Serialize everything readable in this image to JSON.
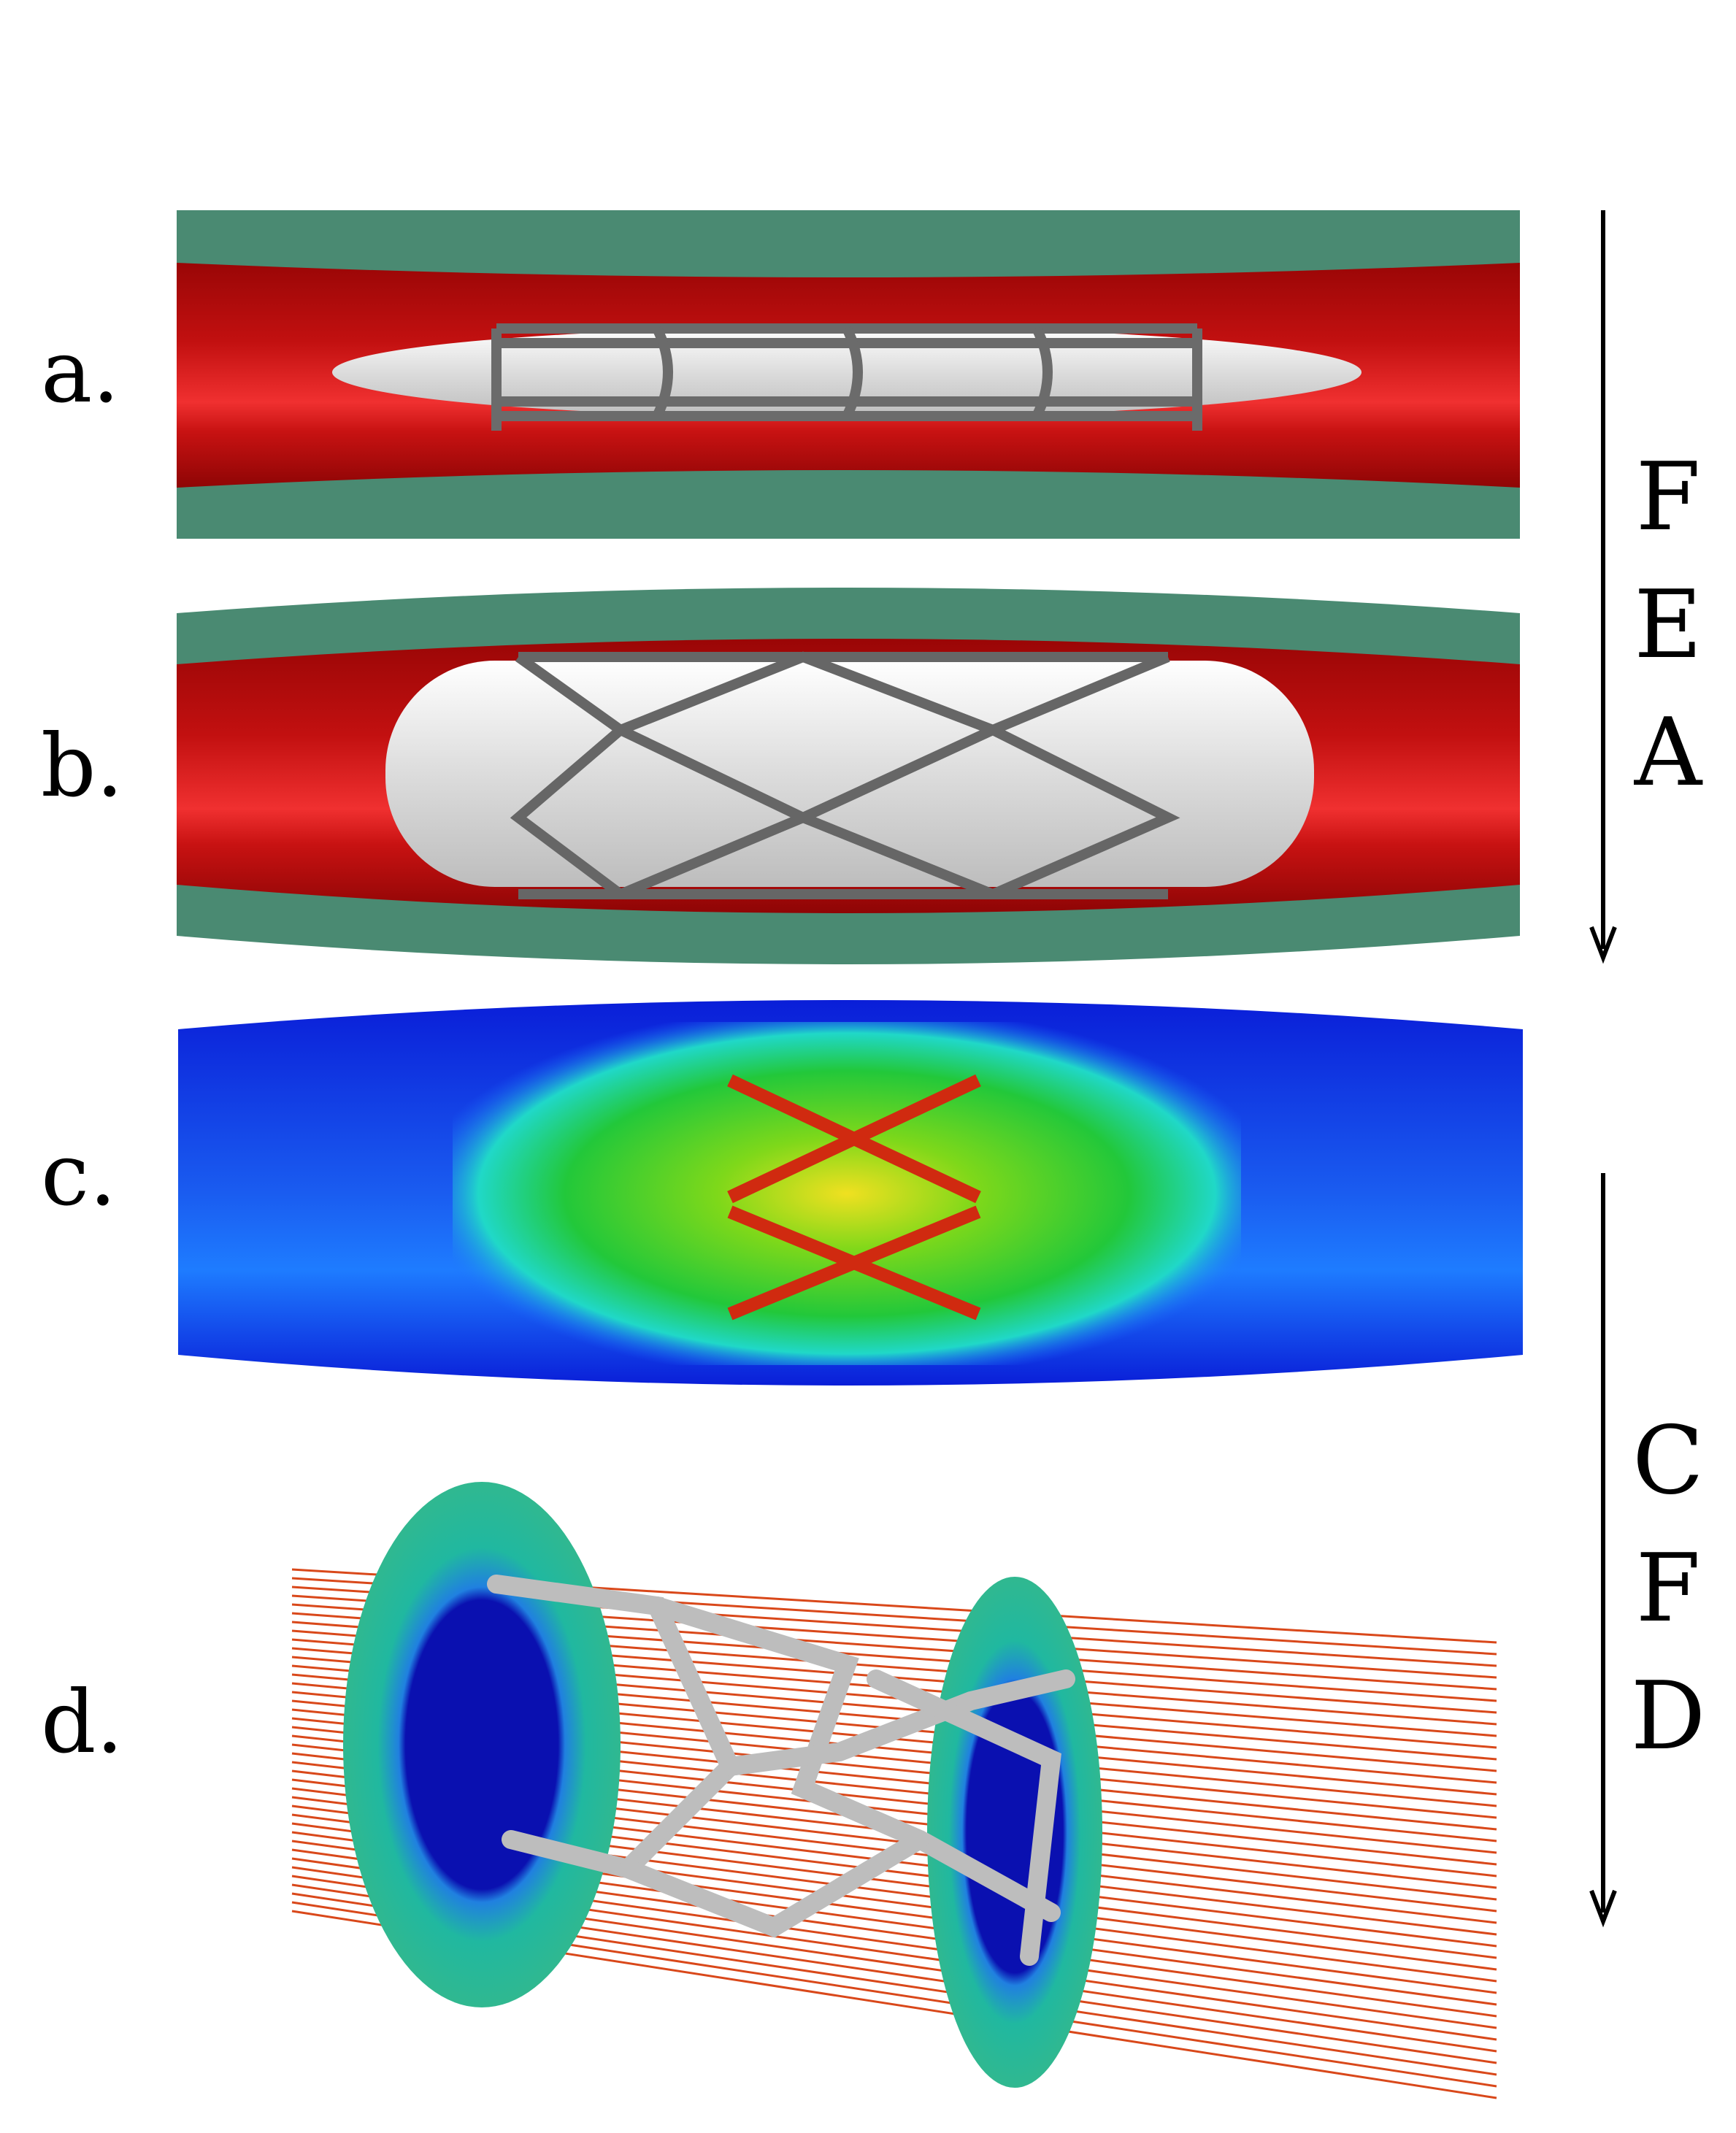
{
  "panels": {
    "a": {
      "label": "a."
    },
    "b": {
      "label": "b."
    },
    "c": {
      "label": "c."
    },
    "d": {
      "label": "d."
    }
  },
  "fea": {
    "letters": [
      "F",
      "E",
      "A"
    ]
  },
  "cfd": {
    "letters": [
      "C",
      "F",
      "D"
    ]
  },
  "colors": {
    "wall": "#4a8a72",
    "lumen": "#b30c0c",
    "stent": "#6b6b6b",
    "balloon": "#e6e6e6",
    "stress_low": "#0a1ed8",
    "flow": "#d9481a"
  }
}
